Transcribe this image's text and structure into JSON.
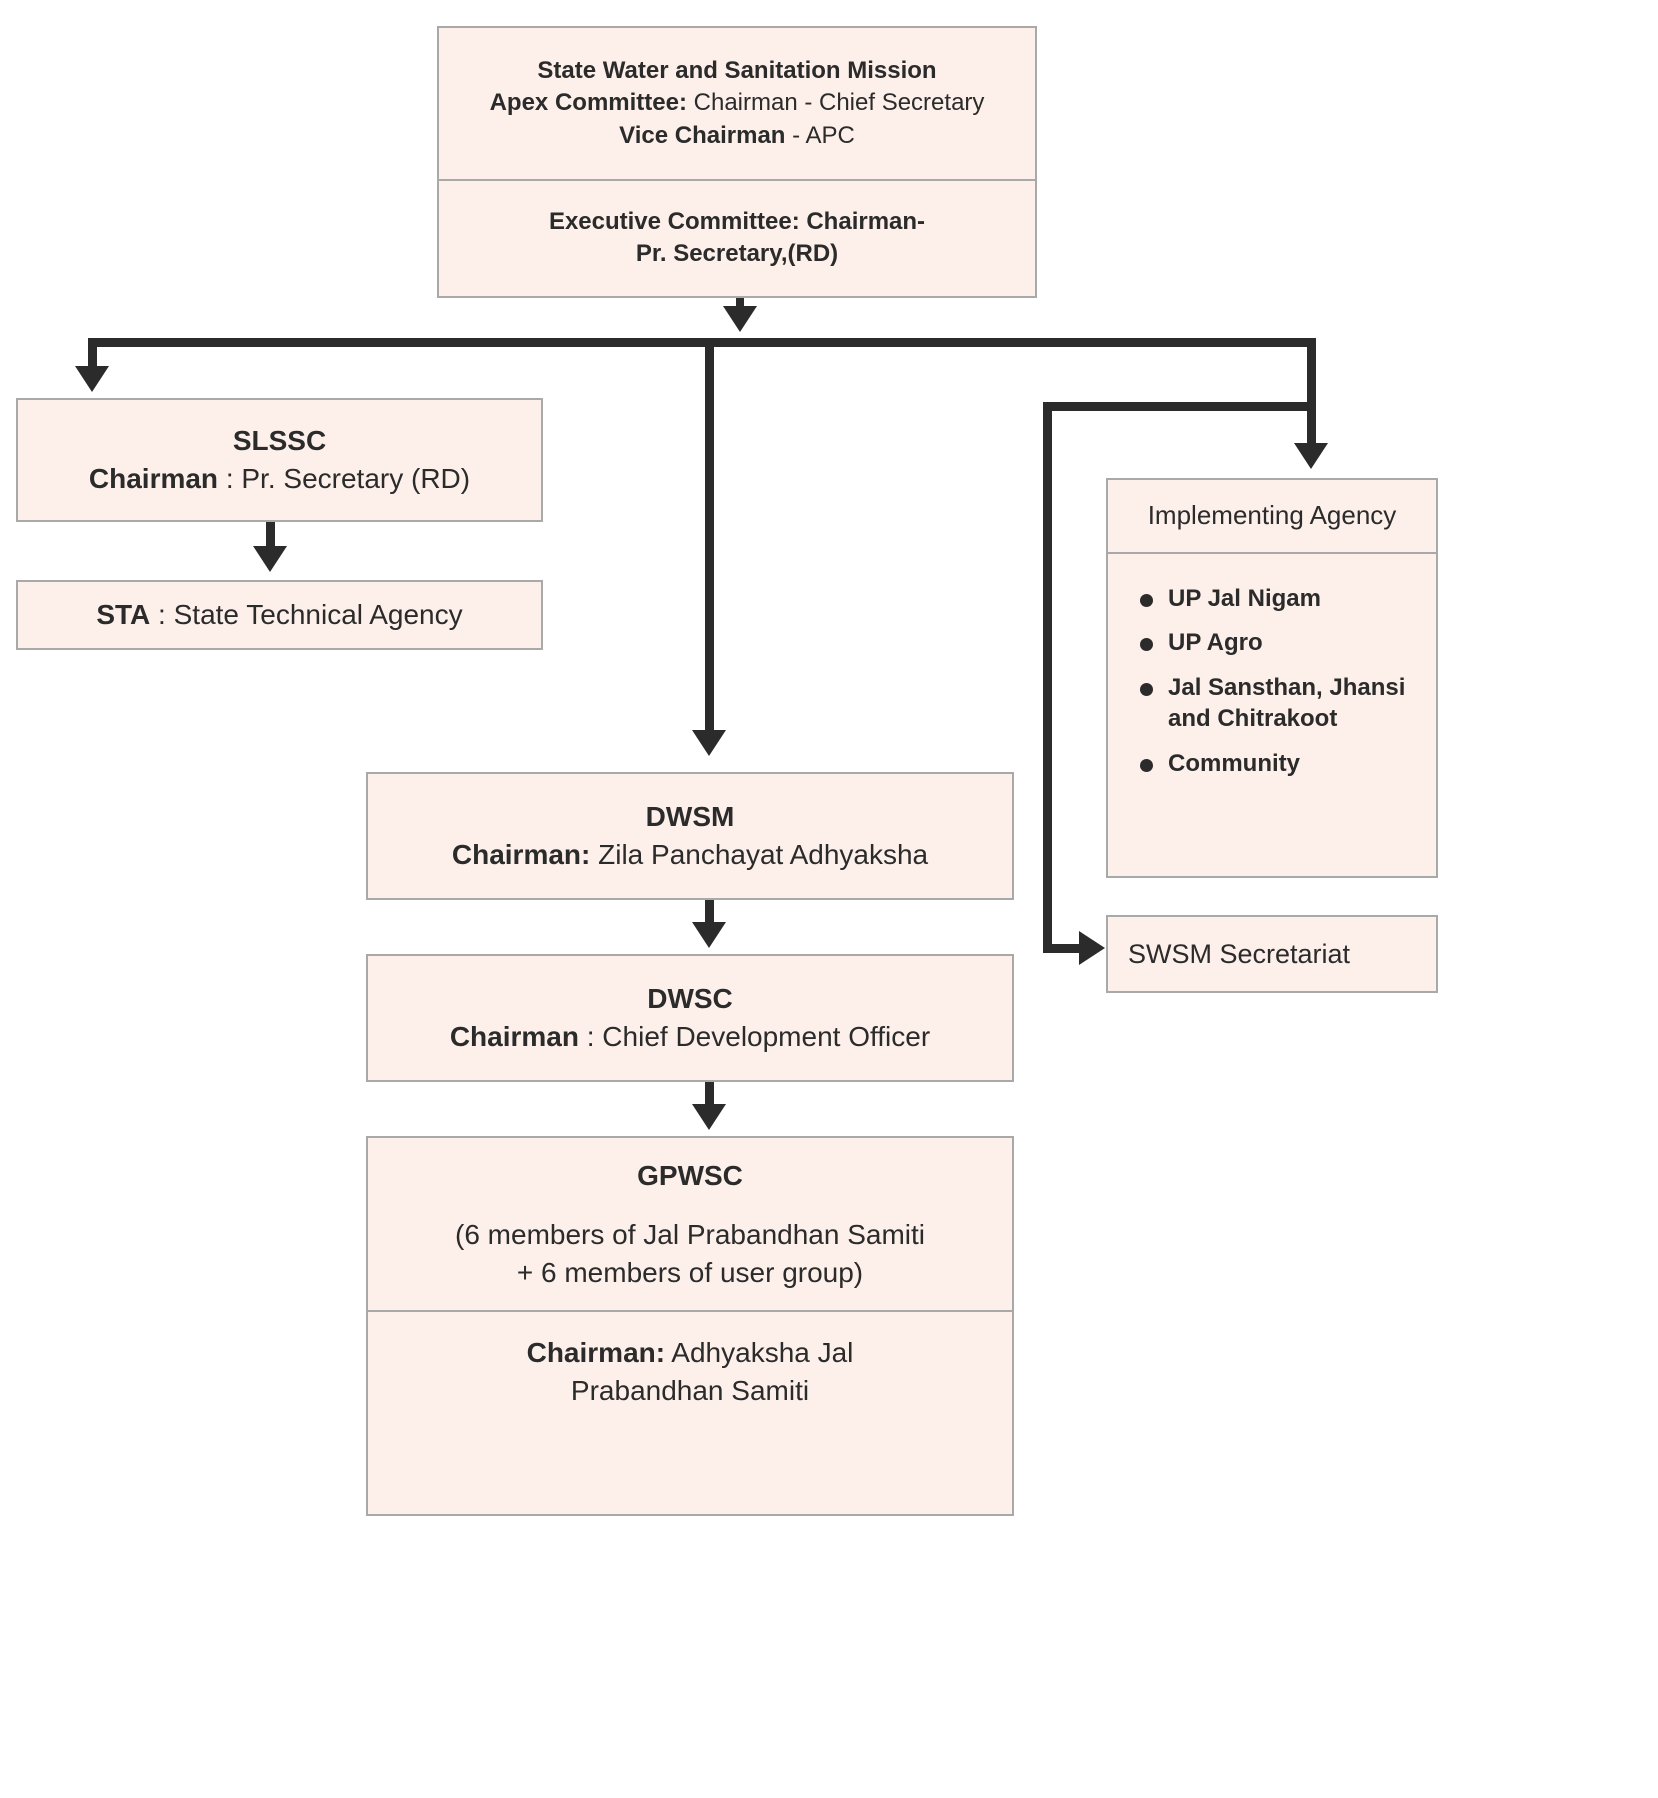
{
  "diagram": {
    "title": "Institutional arrangement org chart",
    "colors": {
      "box_fill": "#fdf0ea",
      "box_border": "#a9a9a9",
      "connector": "#2b2b2b",
      "text": "#2b2b2b"
    }
  },
  "swsm": {
    "heading": "State Water and Sanitation Mission",
    "apex_label": "Apex Committee:",
    "apex_value": " Chairman - Chief Secretary",
    "vice_label": "Vice Chairman",
    "vice_value": " - APC",
    "exec_line1": "Executive Committee: Chairman-",
    "exec_line2": "Pr. Secretary,(RD)"
  },
  "slssc": {
    "title": "SLSSC",
    "chairman_label": "Chairman",
    "chairman_value": " :  Pr. Secretary (RD)"
  },
  "sta": {
    "abbrev": "STA",
    "expansion": " :  State Technical Agency"
  },
  "implementing_agency": {
    "title": "Implementing Agency",
    "items": [
      "UP Jal Nigam",
      "UP Agro",
      "Jal Sansthan, Jhansi and Chitrakoot",
      "Community"
    ]
  },
  "swsm_secretariat": {
    "label": "SWSM Secretariat"
  },
  "dwsm": {
    "title": "DWSM",
    "chairman_label": "Chairman:",
    "chairman_value": " Zila Panchayat Adhyaksha"
  },
  "dwsc": {
    "title": "DWSC",
    "chairman_label": "Chairman",
    "chairman_value": " :  Chief Development Officer"
  },
  "gpwsc": {
    "title": "GPWSC",
    "composition_line1": "(6 members of Jal Prabandhan Samiti",
    "composition_line2": "+ 6 members of user group)",
    "chairman_label": "Chairman:",
    "chairman_value": " Adhyaksha Jal",
    "chairman_line2": "Prabandhan Samiti"
  }
}
